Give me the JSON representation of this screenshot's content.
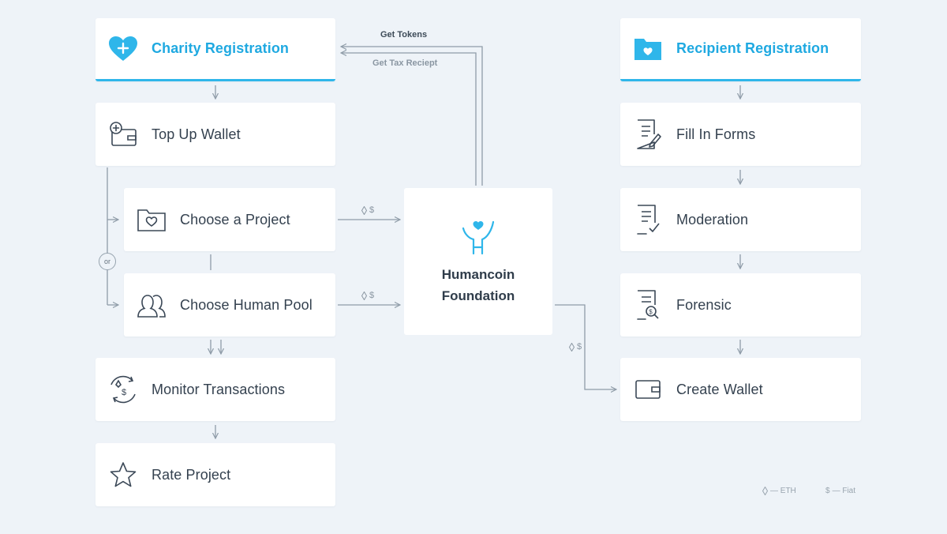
{
  "colors": {
    "accent": "#2fb6ea",
    "background": "#eef3f8",
    "card": "#ffffff",
    "text": "#34414f",
    "line": "#8f9ca8"
  },
  "charity": {
    "header": "Charity Registration",
    "top_up": "Top Up Wallet",
    "choose_project": "Choose a Project",
    "or_label": "or",
    "choose_pool": "Choose Human Pool",
    "monitor": "Monitor Transactions",
    "rate": "Rate Project"
  },
  "center": {
    "title_line1": "Humancoin",
    "title_line2": "Foundation"
  },
  "flows": {
    "get_tokens": "Get Tokens",
    "get_tax": "Get Tax Reciept",
    "currency": "$"
  },
  "recipient": {
    "header": "Recipient Registration",
    "fill_forms": "Fill In Forms",
    "moderation": "Moderation",
    "forensic": "Forensic",
    "create_wallet": "Create Wallet"
  },
  "legend": {
    "eth": "— ETH",
    "fiat_symbol": "$",
    "fiat": "— Fiat"
  },
  "icons": [
    "heart-plus-icon",
    "wallet-plus-icon",
    "folder-heart-icon",
    "people-icon",
    "exchange-cycle-icon",
    "star-icon",
    "humancoin-logo-icon",
    "folder-heart-blue-icon",
    "form-edit-icon",
    "checklist-icon",
    "document-search-icon",
    "wallet-icon",
    "eth-icon"
  ]
}
